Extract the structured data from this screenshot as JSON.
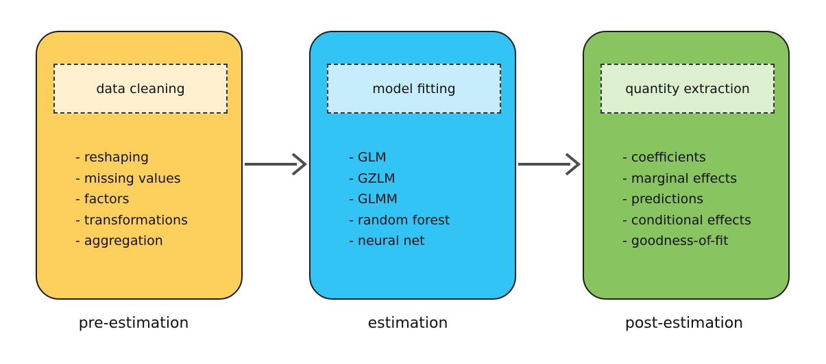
{
  "colors": {
    "pre_estimation_fill": "#fdd05d",
    "pre_estimation_inner": "#fff0d0",
    "estimation_fill": "#32c4f4",
    "estimation_inner": "#c7edfc",
    "post_estimation_fill": "#88c45f",
    "post_estimation_inner": "#dcefcf",
    "arrow": "#4d4d4d",
    "border": "#1e1e1e"
  },
  "stages": [
    {
      "id": "pre-estimation",
      "label": "pre-estimation",
      "box_title": "data cleaning",
      "items": [
        "reshaping",
        "missing values",
        "factors",
        "transformations",
        "aggregation"
      ]
    },
    {
      "id": "estimation",
      "label": "estimation",
      "box_title": "model fitting",
      "items": [
        "GLM",
        "GZLM",
        "GLMM",
        "random forest",
        "neural net"
      ]
    },
    {
      "id": "post-estimation",
      "label": "post-estimation",
      "box_title": "quantity extraction",
      "items": [
        "coefficients",
        "marginal effects",
        "predictions",
        "conditional effects",
        "goodness-of-fit"
      ]
    }
  ]
}
